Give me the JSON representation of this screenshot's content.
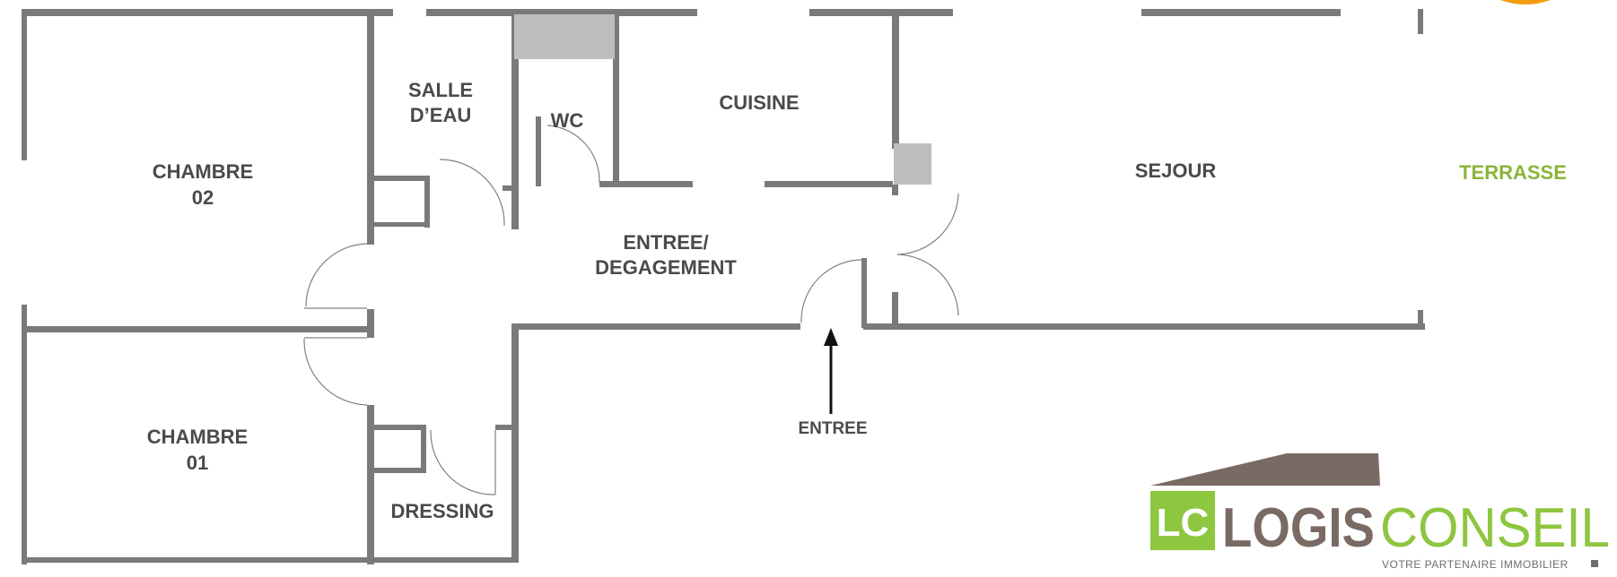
{
  "floorplan": {
    "rooms": {
      "chambre02": {
        "line1": "CHAMBRE",
        "line2": "02"
      },
      "chambre01": {
        "line1": "CHAMBRE",
        "line2": "01"
      },
      "salle_deau": {
        "line1": "SALLE",
        "line2": "D’EAU"
      },
      "wc": "WC",
      "cuisine": "CUISINE",
      "entree_degagement": {
        "line1": "ENTREE/",
        "line2": "DEGAGEMENT"
      },
      "sejour": "SEJOUR",
      "terrasse": "TERRASSE",
      "dressing": "DRESSING"
    },
    "entrance_label": "ENTREE"
  },
  "logo": {
    "monogram": "LC",
    "word1": "LOGIS",
    "word2": "CONSEIL",
    "tagline": "VOTRE PARTENAIRE IMMOBILIER",
    "colors": {
      "green": "#8dc63f",
      "brown": "#7a6a64"
    }
  }
}
